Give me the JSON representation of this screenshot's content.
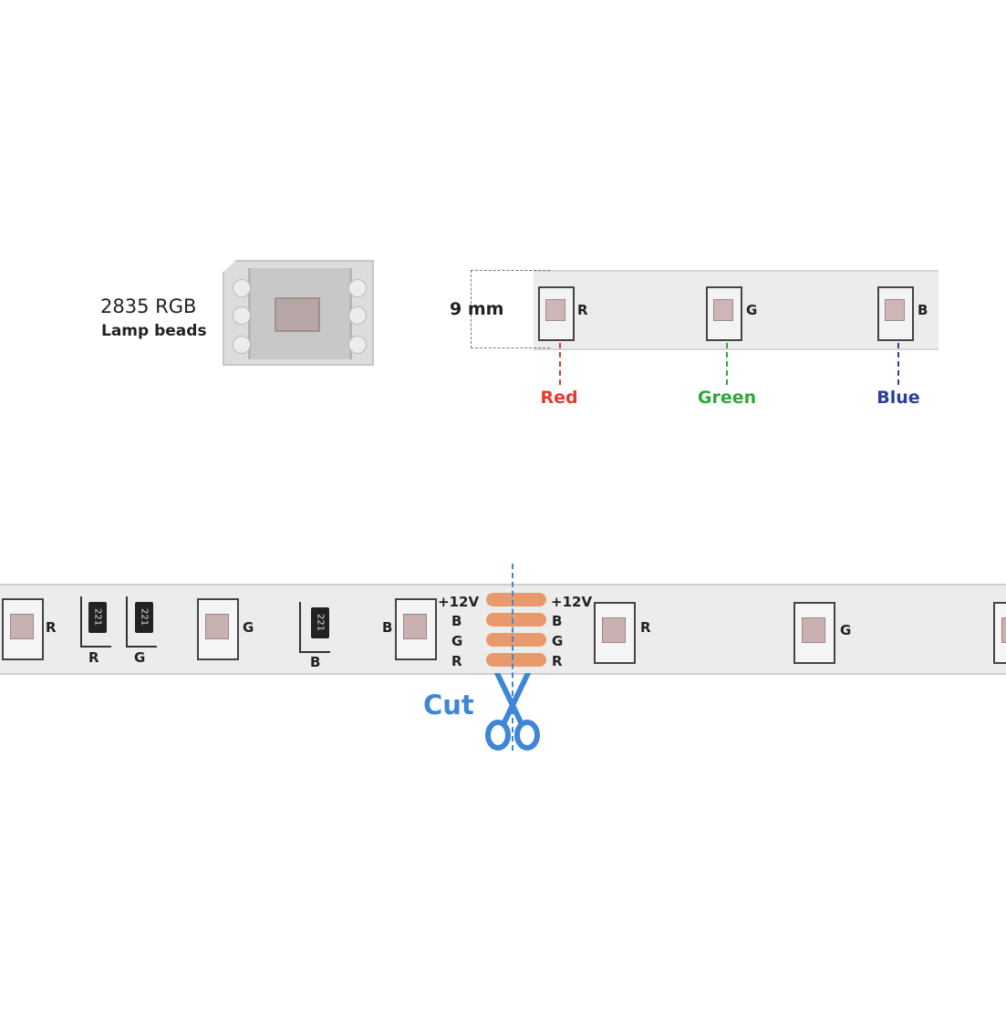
{
  "bead": {
    "title": "2835 RGB",
    "subtitle": "Lamp beads"
  },
  "top_strip": {
    "width_label": "9 mm",
    "leds": [
      {
        "letter": "R",
        "name": "Red",
        "color": "#e23a2f"
      },
      {
        "letter": "G",
        "name": "Green",
        "color": "#2fa83a"
      },
      {
        "letter": "B",
        "name": "Blue",
        "color": "#2a3e9e"
      }
    ]
  },
  "bottom_strip": {
    "left_led": "R",
    "resistor_labels": [
      "R",
      "G",
      "B"
    ],
    "resistor_marking": "221",
    "g_led": "G",
    "b_led_before_cut": "B",
    "pads_left": [
      "+12V",
      "B",
      "G",
      "R"
    ],
    "pads_right": [
      "+12V",
      "B",
      "G",
      "R"
    ],
    "after_cut_leds": [
      "R",
      "G"
    ],
    "pad_color": "#e89a6c",
    "cut_label": "Cut",
    "cut_color": "#3f86d6"
  }
}
